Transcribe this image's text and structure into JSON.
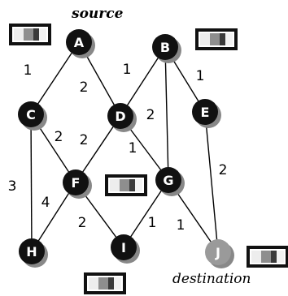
{
  "labels": {
    "source": "source",
    "destination": "destination"
  },
  "colors": {
    "node_fill": "#111111",
    "node_shadow": "#888888",
    "destination_fill": "#9a9a9a",
    "edge": "#000000",
    "node_text": "#ffffff"
  },
  "nodes": [
    {
      "id": "A",
      "label": "A"
    },
    {
      "id": "B",
      "label": "B"
    },
    {
      "id": "C",
      "label": "C"
    },
    {
      "id": "D",
      "label": "D"
    },
    {
      "id": "E",
      "label": "E"
    },
    {
      "id": "F",
      "label": "F"
    },
    {
      "id": "G",
      "label": "G"
    },
    {
      "id": "H",
      "label": "H"
    },
    {
      "id": "I",
      "label": "I"
    },
    {
      "id": "J",
      "label": "J"
    }
  ],
  "edges": [
    {
      "from": "A",
      "to": "C",
      "weight": "1"
    },
    {
      "from": "A",
      "to": "D",
      "weight": "2"
    },
    {
      "from": "B",
      "to": "D",
      "weight": "1"
    },
    {
      "from": "B",
      "to": "E",
      "weight": "1"
    },
    {
      "from": "B",
      "to": "G",
      "weight": "2"
    },
    {
      "from": "C",
      "to": "F",
      "weight": "2"
    },
    {
      "from": "C",
      "to": "H",
      "weight": "3"
    },
    {
      "from": "D",
      "to": "F",
      "weight": "2"
    },
    {
      "from": "D",
      "to": "G",
      "weight": "1"
    },
    {
      "from": "E",
      "to": "J",
      "weight": "2"
    },
    {
      "from": "F",
      "to": "H",
      "weight": "4"
    },
    {
      "from": "F",
      "to": "I",
      "weight": "2"
    },
    {
      "from": "G",
      "to": "I",
      "weight": "1"
    },
    {
      "from": "G",
      "to": "J",
      "weight": "1"
    }
  ],
  "packets": [
    {
      "name": "packet-near-a"
    },
    {
      "name": "packet-near-b"
    },
    {
      "name": "packet-near-f"
    },
    {
      "name": "packet-near-i"
    },
    {
      "name": "packet-near-j"
    }
  ]
}
